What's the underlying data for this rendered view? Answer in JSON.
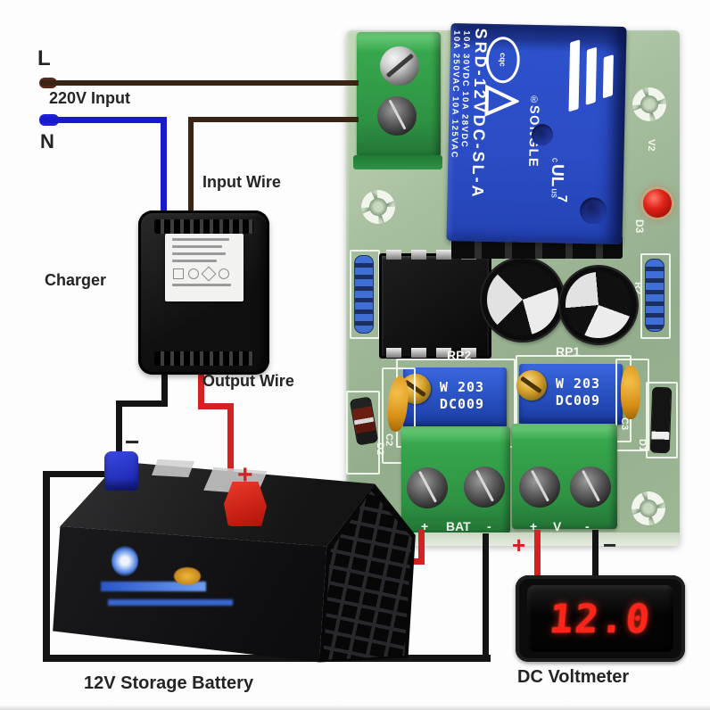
{
  "labels": {
    "line": "L",
    "neutral": "N",
    "input_220v": "220V Input",
    "input_wire": "Input Wire",
    "charger": "Charger",
    "output_wire": "Output Wire",
    "battery_minus": "−",
    "battery_plus": "+",
    "meter_plus": "+",
    "meter_minus": "−",
    "storage_battery": "12V Storage Battery",
    "dc_voltmeter": "DC Voltmeter"
  },
  "board": {
    "relay": {
      "brand": "SONGLE",
      "registered_mark": "®",
      "model": "SRD-12VDC-SL-A",
      "rating_ac": "10A 250VAC  10A 125VAC",
      "rating_dc": "10A 30VDC  10A 28VDC",
      "cqc_mark": "cqc",
      "ul_c": "c",
      "ul": "UL",
      "ul_us": "us",
      "digit": "7"
    },
    "silkscreen": {
      "rp1": "RP1",
      "rp2": "RP2",
      "r2": "R2",
      "d1": "D1",
      "d2": "D2",
      "d3": "D3",
      "c2": "C2",
      "c3": "C3",
      "v2": "V2",
      "bat_plus": "+",
      "bat": "BAT",
      "bat_minus": "-",
      "v_plus": "+",
      "v": "V",
      "v_minus": "-"
    },
    "trimmer": {
      "line1": "W 203",
      "line2": "DC009"
    }
  },
  "voltmeter": {
    "reading": "12.0"
  },
  "colors": {
    "live_wire": "#3a2413",
    "neutral_wire": "#1a1acd",
    "positive_wire": "#d42121",
    "negative_wire": "#141414",
    "pcb_green": "#9cb695",
    "relay_blue": "#2b4cc4",
    "terminal_green": "#2f9e44",
    "digit_red": "#ff2619"
  }
}
